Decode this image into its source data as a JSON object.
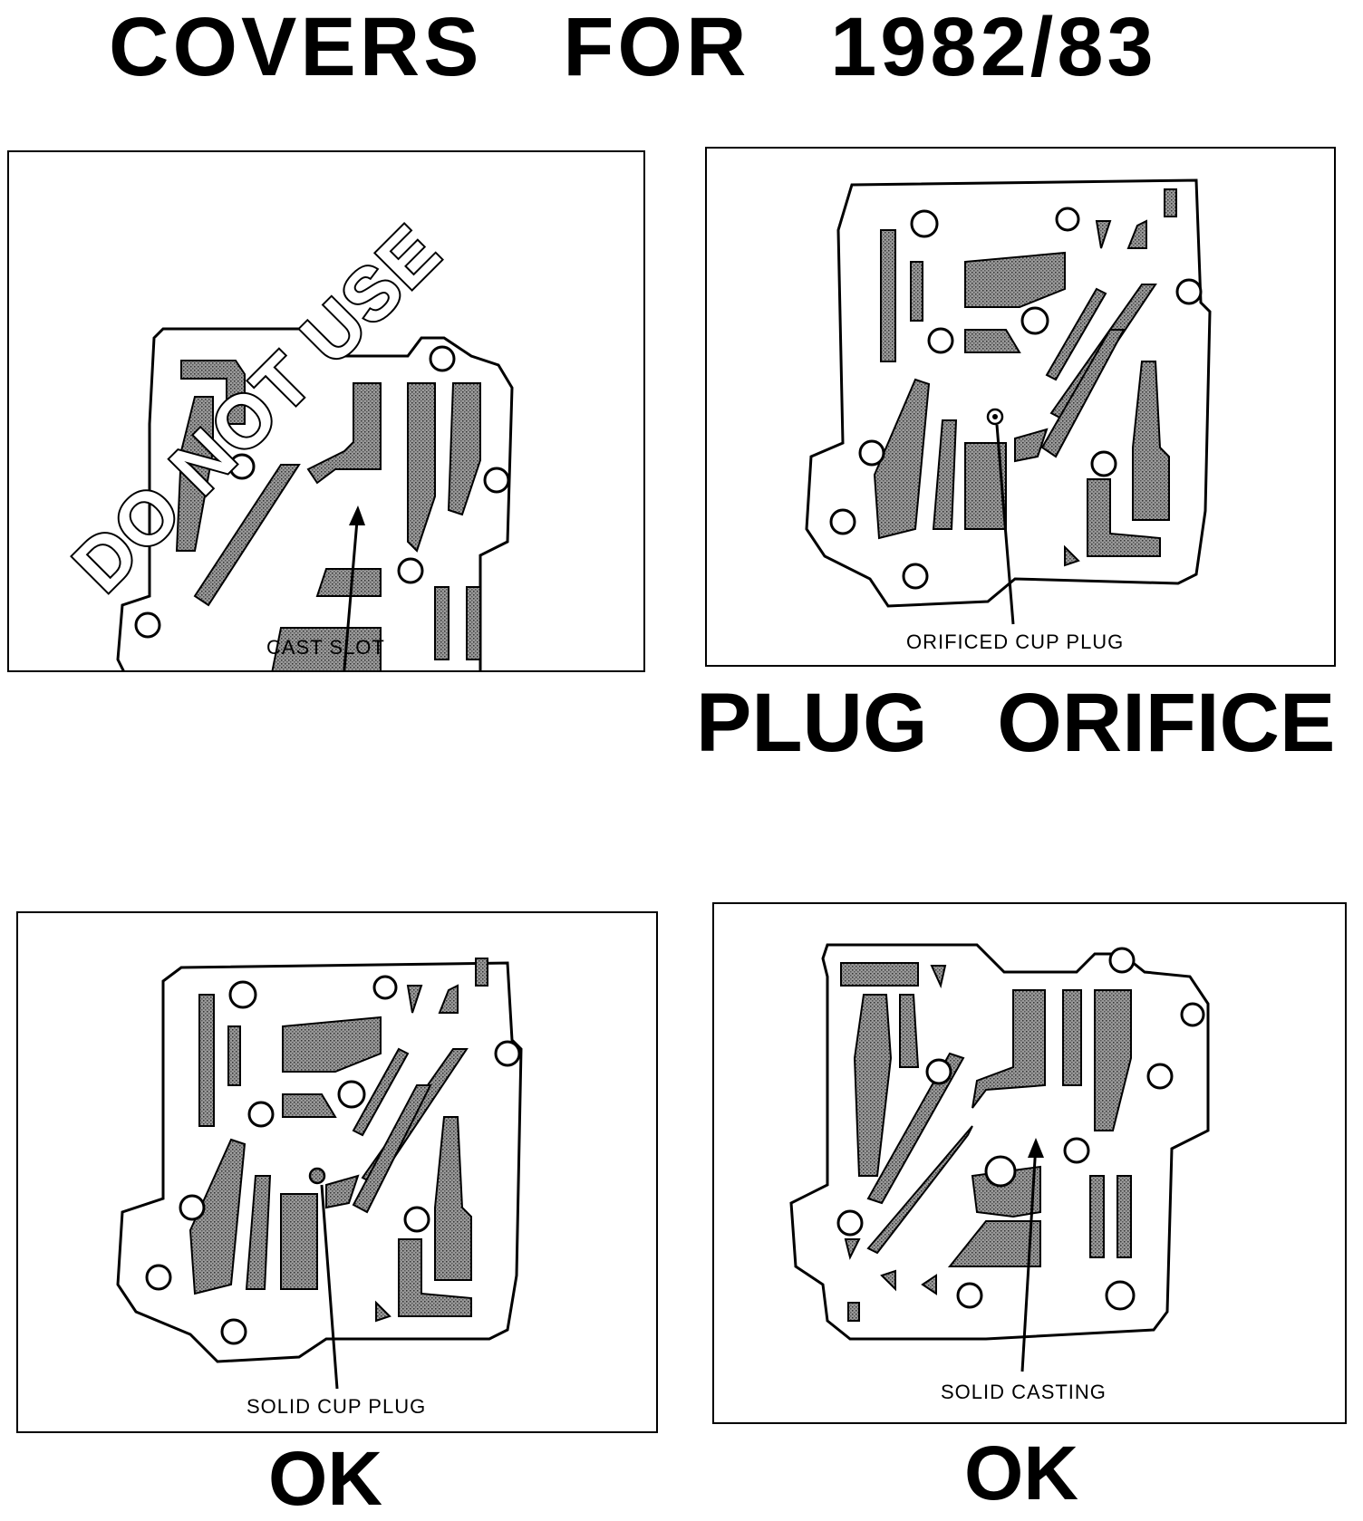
{
  "title": "COVERS   FOR   1982/83",
  "panels": {
    "top_left": {
      "callout": "CAST SLOT",
      "stamp": "DO NOT USE"
    },
    "top_right": {
      "callout": "ORIFICED CUP PLUG",
      "caption": "PLUG   ORIFICE"
    },
    "bottom_left": {
      "callout": "SOLID CUP PLUG",
      "caption": "OK"
    },
    "bottom_right": {
      "callout": "SOLID CASTING",
      "caption": "OK"
    }
  },
  "colors": {
    "ink": "#000000",
    "paper": "#ffffff",
    "channel_fill": "#8a8a8a"
  }
}
